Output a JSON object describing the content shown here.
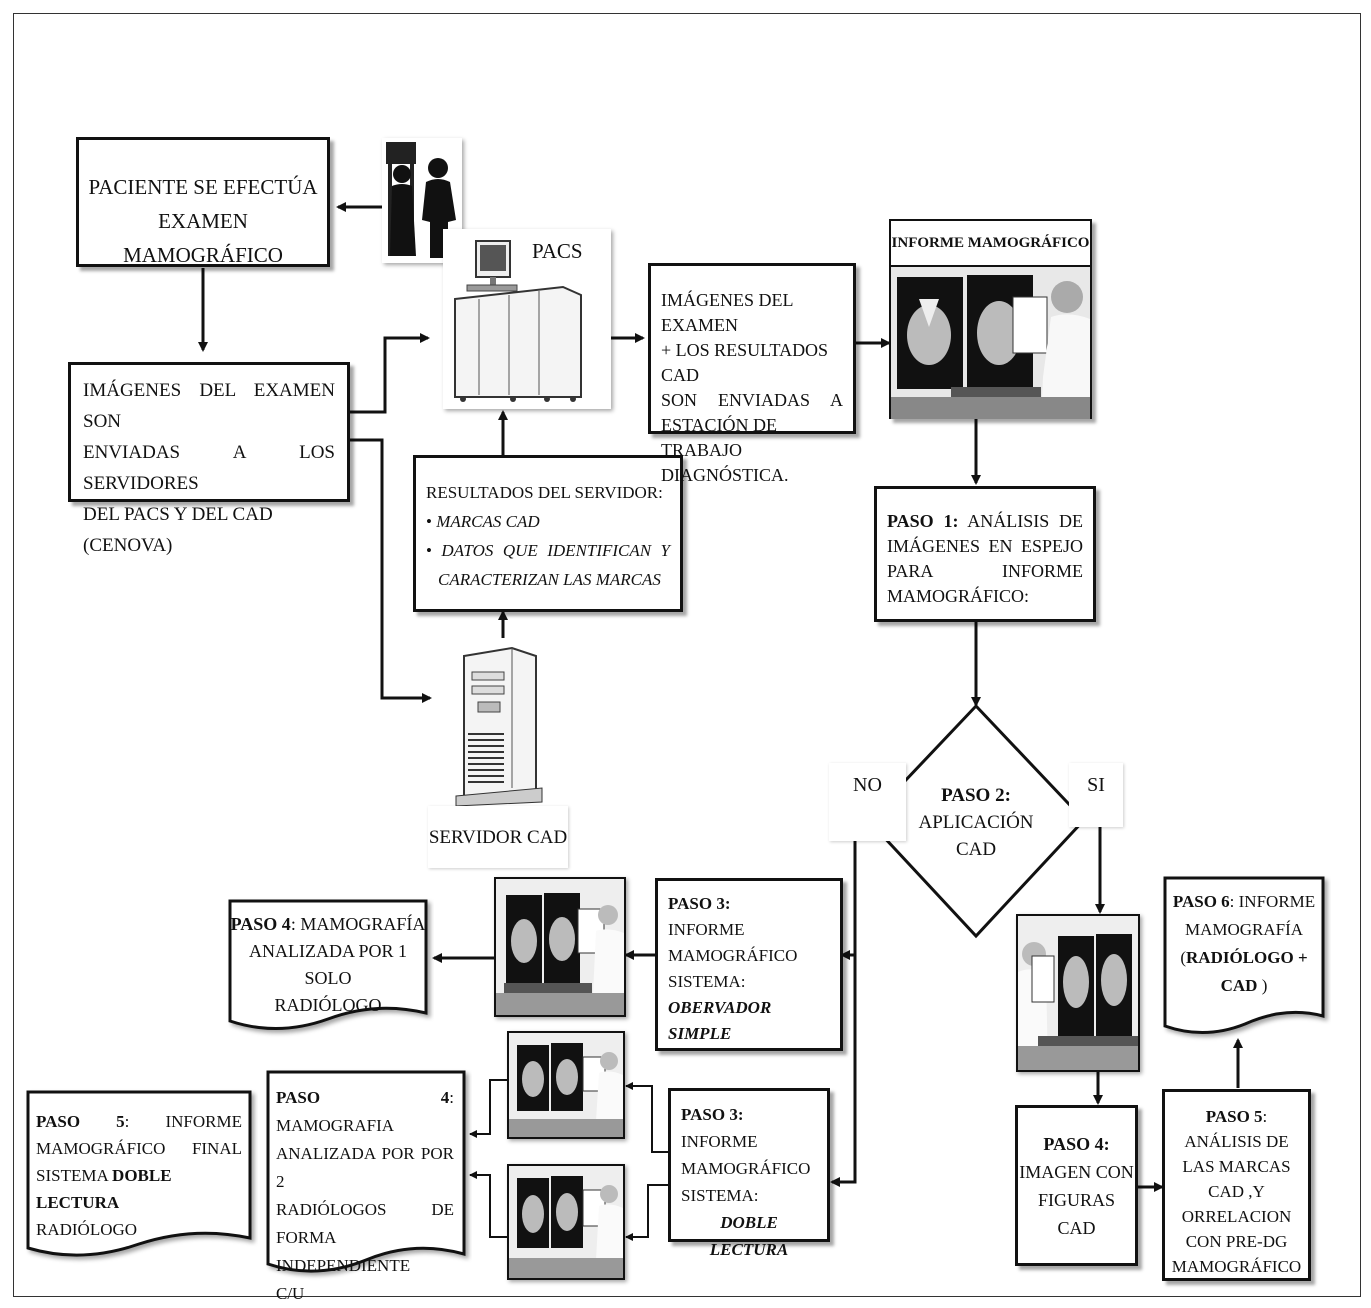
{
  "patient_box": {
    "line1": "PACIENTE  SE EFECTÚA",
    "line2": "EXAMEN MAMOGRÁFICO"
  },
  "images_sent_box": {
    "lines": [
      "IMÁGENES  DEL  EXAMEN  SON",
      "ENVIADAS A LOS SERVIDORES",
      "DEL PACS Y DEL CAD",
      "(CENOVA)"
    ]
  },
  "pacs": {
    "label": "PACS"
  },
  "server_results": {
    "title": "RESULTADOS  DEL SERVIDOR:",
    "bullet1": "MARCAS CAD",
    "bullet2a": "DATOS  QUE  IDENTIFICAN  Y",
    "bullet2b": "CARACTERIZAN LAS MARCAS"
  },
  "server_cad": {
    "label": "SERVIDOR CAD"
  },
  "workstation_box": {
    "lines": [
      "IMÁGENES DEL EXAMEN",
      "+ LOS RESULTADOS CAD",
      "SON      ENVIADAS      A",
      "ESTACIÓN DE TRABAJO",
      "DIAGNÓSTICA."
    ]
  },
  "report_header": {
    "label": "INFORME MAMOGRÁFICO"
  },
  "step1": {
    "bold": "PASO   1:",
    "rest": "ANÁLISIS  DE",
    "line2": "IMÁGENES   EN   ESPEJO",
    "line3": "PARA              INFORME",
    "line4": "MAMOGRÁFICO:"
  },
  "step2": {
    "bold": "PASO 2:",
    "line2": "APLICACIÓN",
    "line3": "CAD"
  },
  "branch": {
    "no": "NO",
    "si": "SI"
  },
  "step3_simple": {
    "bold": "PASO 3:",
    "line2": "INFORME",
    "line3": "MAMOGRÁFICO",
    "line4": "SISTEMA:",
    "italic": "OBERVADOR SIMPLE"
  },
  "step4_simple": {
    "bold": "PASO 4",
    "rest": ": MAMOGRAFÍA",
    "line2": "ANALIZADA POR 1 SOLO",
    "line3": "RADIÓLOGO"
  },
  "step3_double": {
    "bold": "PASO 3:",
    "line2": "INFORME",
    "line3": "MAMOGRÁFICO",
    "line4": "SISTEMA:",
    "italic": "DOBLE LECTURA"
  },
  "step4_double": {
    "bold": "PASO  4",
    "rest": ":  MAMOGRAFIA",
    "line2": "ANALIZADA POR POR 2",
    "line3": "RADIÓLOGOS            DE",
    "line4": "FORMA INDEPENDIENTE",
    "line5": "C/U"
  },
  "step5_double": {
    "bold": "PASO          5",
    "rest": ":         INFORME",
    "line2": "MAMOGRÁFICO          FINAL",
    "line3a": "SISTEMA ",
    "line3b": "DOBLE LECTURA",
    "line4": "RADIÓLOGO"
  },
  "step4_cad": {
    "bold": "PASO 4:",
    "line2": "IMAGEN CON",
    "line3": "FIGURAS",
    "line4": "CAD"
  },
  "step5_cad": {
    "bold": "PASO 5",
    "rest": ":",
    "lines": [
      "ANÁLISIS DE",
      "LAS MARCAS",
      "CAD ,Y",
      "ORRELACION",
      "CON PRE-DG",
      "MAMOGRÁFICO"
    ]
  },
  "step6": {
    "bold": "PASO 6",
    "rest": ": INFORME",
    "line2": "MAMOGRAFÍA",
    "line3open": "(",
    "line3bold": "RADIÓLOGO +",
    "line4bold": "CAD",
    "line4close": " )"
  },
  "colors": {
    "stroke": "#111111",
    "background": "#ffffff"
  }
}
